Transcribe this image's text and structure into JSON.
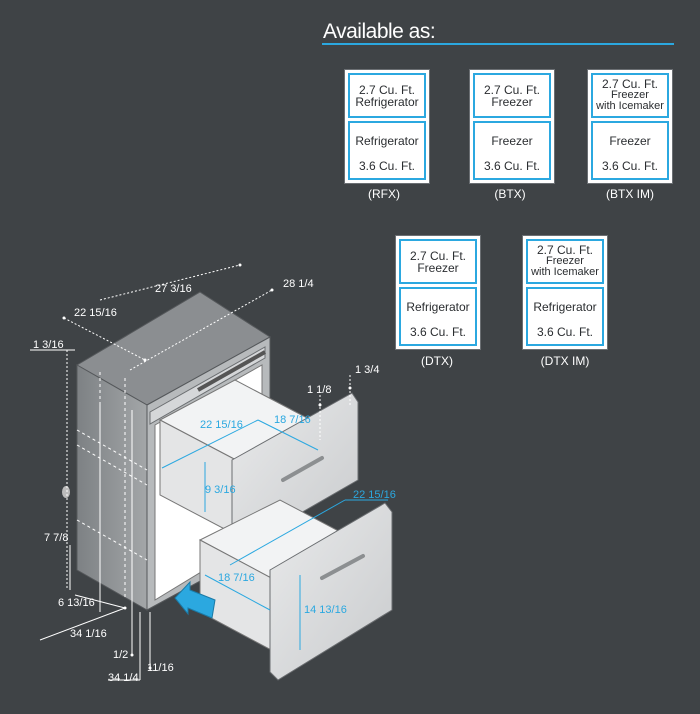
{
  "heading": "Available as:",
  "configs": [
    {
      "id": "rfx",
      "top": [
        "2.7 Cu. Ft.",
        "Refrigerator"
      ],
      "bottom_name": "Refrigerator",
      "bottom_size": "3.6 Cu. Ft.",
      "caption": "(RFX)"
    },
    {
      "id": "btx",
      "top": [
        "2.7 Cu. Ft.",
        "Freezer"
      ],
      "bottom_name": "Freezer",
      "bottom_size": "3.6 Cu. Ft.",
      "caption": "(BTX)"
    },
    {
      "id": "btxim",
      "top": [
        "2.7 Cu. Ft.",
        "Freezer",
        "with Icemaker"
      ],
      "bottom_name": "Freezer",
      "bottom_size": "3.6 Cu. Ft.",
      "caption": "(BTX IM)"
    },
    {
      "id": "dtx",
      "top": [
        "2.7 Cu. Ft.",
        "Freezer"
      ],
      "bottom_name": "Refrigerator",
      "bottom_size": "3.6 Cu. Ft.",
      "caption": "(DTX)"
    },
    {
      "id": "dtxim",
      "top": [
        "2.7 Cu. Ft.",
        "Freezer",
        "with Icemaker"
      ],
      "bottom_name": "Refrigerator",
      "bottom_size": "3.6 Cu. Ft.",
      "caption": "(DTX IM)"
    }
  ],
  "dimensions": {
    "overall_depth": "27 3/16",
    "top_depth": "28 1/4",
    "cabinet_width": "22 15/16",
    "top_offset": "1 3/16",
    "drawer_front_offset": "1 1/8",
    "drawer_front_thickness": "1 3/4",
    "side_height": "7 7/8",
    "side_lower": "6 13/16",
    "cabinet_height": "34 1/16",
    "overall_height": "34 1/4",
    "bottom_offset": "1/2",
    "bottom_gap": "11/16",
    "top_drawer_width": "22 15/16",
    "top_drawer_depth": "18 7/16",
    "top_drawer_height": "9 3/16",
    "bottom_drawer_width": "22 15/16",
    "bottom_drawer_depth": "18 7/16",
    "bottom_drawer_height": "14 13/16"
  },
  "colors": {
    "background": "#3f4346",
    "accent": "#2ba8e0",
    "dimension_text": "#ffffff"
  }
}
